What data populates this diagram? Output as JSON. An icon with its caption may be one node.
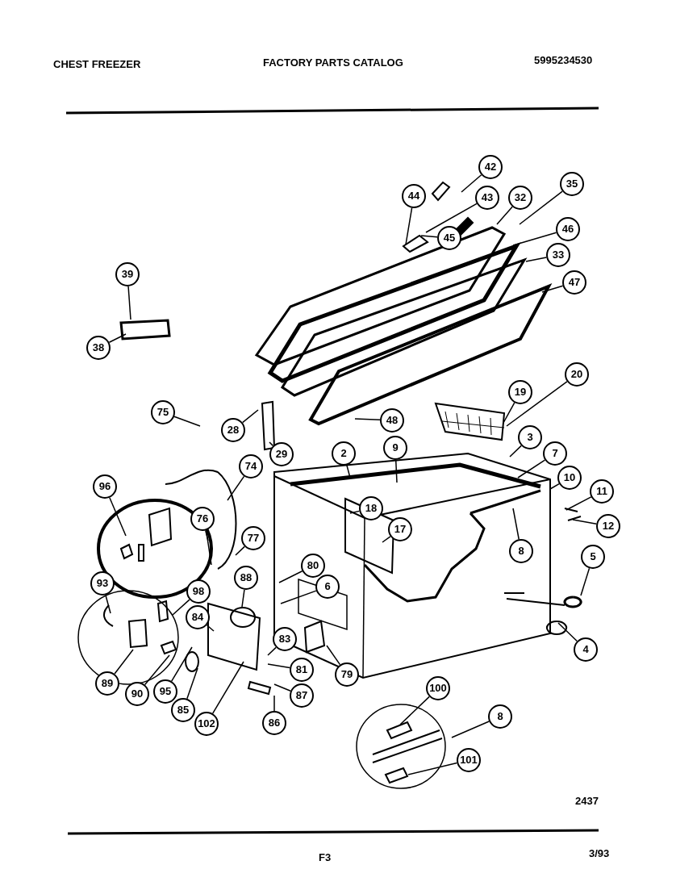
{
  "diagram": {
    "nodes": [
      {
        "text": [
          "42"
        ]
      },
      {
        "text": [
          "44"
        ]
      },
      {
        "text": [
          "43"
        ]
      },
      {
        "text": [
          "32"
        ]
      },
      {
        "text": [
          "35"
        ]
      },
      {
        "text": [
          "45"
        ]
      },
      {
        "text": [
          "46"
        ]
      },
      {
        "text": [
          "33"
        ]
      },
      {
        "text": [
          "47"
        ]
      },
      {
        "text": [
          "39"
        ]
      },
      {
        "text": [
          "38"
        ]
      },
      {
        "text": [
          "75"
        ]
      },
      {
        "text": [
          "28"
        ]
      },
      {
        "text": [
          "29"
        ]
      },
      {
        "text": [
          "48"
        ]
      },
      {
        "text": [
          "19"
        ]
      },
      {
        "text": [
          "20"
        ]
      },
      {
        "text": [
          "3"
        ]
      },
      {
        "text": [
          "7"
        ]
      },
      {
        "text": [
          "2"
        ]
      },
      {
        "text": [
          "9"
        ]
      },
      {
        "text": [
          "10"
        ]
      },
      {
        "text": [
          "11"
        ]
      },
      {
        "text": [
          "12"
        ]
      },
      {
        "text": [
          "18"
        ]
      },
      {
        "text": [
          "17"
        ]
      },
      {
        "text": [
          "8"
        ]
      },
      {
        "text": [
          "96"
        ]
      },
      {
        "text": [
          "74"
        ]
      },
      {
        "text": [
          "76"
        ]
      },
      {
        "text": [
          "77"
        ]
      },
      {
        "text": [
          "80"
        ]
      },
      {
        "text": [
          "6"
        ]
      },
      {
        "text": [
          "88"
        ]
      },
      {
        "text": [
          "5"
        ]
      },
      {
        "text": [
          "4"
        ]
      },
      {
        "text": [
          "93"
        ]
      },
      {
        "text": [
          "98"
        ]
      },
      {
        "text": [
          "84"
        ]
      },
      {
        "text": [
          "83"
        ]
      },
      {
        "text": [
          "81"
        ]
      },
      {
        "text": [
          "79"
        ]
      },
      {
        "text": [
          "87"
        ]
      },
      {
        "text": [
          "89"
        ]
      },
      {
        "text": [
          "90"
        ]
      },
      {
        "text": [
          "95"
        ]
      },
      {
        "text": [
          "85"
        ]
      },
      {
        "text": [
          "102"
        ]
      },
      {
        "text": [
          "86"
        ]
      },
      {
        "text": [
          "100"
        ]
      },
      {
        "text": [
          "8"
        ]
      },
      {
        "text": [
          "101"
        ]
      }
    ],
    "edges": [
      {
        "from": 0,
        "to": null,
        "arrow": "none"
      },
      {
        "from": 1,
        "to": null,
        "arrow": "none"
      },
      {
        "from": 2,
        "to": null,
        "arrow": "none"
      },
      {
        "from": 3,
        "to": null,
        "arrow": "none"
      },
      {
        "from": 4,
        "to": null,
        "arrow": "none"
      },
      {
        "from": 5,
        "to": null,
        "arrow": "none"
      },
      {
        "from": 6,
        "to": null,
        "arrow": "none"
      },
      {
        "from": 7,
        "to": null,
        "arrow": "none"
      },
      {
        "from": 8,
        "to": null,
        "arrow": "none"
      },
      {
        "from": 9,
        "to": null,
        "arrow": "none"
      },
      {
        "from": 10,
        "to": null,
        "arrow": "none"
      },
      {
        "from": 11,
        "to": null,
        "arrow": "none"
      },
      {
        "from": 12,
        "to": null,
        "arrow": "none"
      },
      {
        "from": 13,
        "to": null,
        "arrow": "none"
      },
      {
        "from": 14,
        "to": null,
        "arrow": "none"
      },
      {
        "from": 15,
        "to": null,
        "arrow": "none"
      },
      {
        "from": 16,
        "to": null,
        "arrow": "none"
      },
      {
        "from": 17,
        "to": null,
        "arrow": "none"
      },
      {
        "from": 18,
        "to": null,
        "arrow": "none"
      },
      {
        "from": 19,
        "to": null,
        "arrow": "none"
      },
      {
        "from": 20,
        "to": null,
        "arrow": "none"
      },
      {
        "from": 21,
        "to": null,
        "arrow": "none"
      },
      {
        "from": 22,
        "to": null,
        "arrow": "none"
      },
      {
        "from": 23,
        "to": null,
        "arrow": "none"
      },
      {
        "from": 24,
        "to": null,
        "arrow": "none"
      },
      {
        "from": 25,
        "to": null,
        "arrow": "none"
      },
      {
        "from": 26,
        "to": null,
        "arrow": "none"
      },
      {
        "from": 27,
        "to": null,
        "arrow": "none"
      },
      {
        "from": 28,
        "to": null,
        "arrow": "none"
      },
      {
        "from": 29,
        "to": null,
        "arrow": "none"
      },
      {
        "from": 30,
        "to": null,
        "arrow": "none"
      },
      {
        "from": 31,
        "to": null,
        "arrow": "none"
      },
      {
        "from": 32,
        "to": null,
        "arrow": "none"
      },
      {
        "from": 33,
        "to": null,
        "arrow": "none"
      },
      {
        "from": 34,
        "to": null,
        "arrow": "none"
      },
      {
        "from": 35,
        "to": null,
        "arrow": "none"
      },
      {
        "from": 36,
        "to": null,
        "arrow": "none"
      },
      {
        "from": 37,
        "to": null,
        "arrow": "none"
      },
      {
        "from": 38,
        "to": null,
        "arrow": "none"
      },
      {
        "from": 39,
        "to": null,
        "arrow": "none"
      },
      {
        "from": 40,
        "to": null,
        "arrow": "none"
      },
      {
        "from": 41,
        "to": null,
        "arrow": "none"
      },
      {
        "from": 42,
        "to": null,
        "arrow": "none"
      },
      {
        "from": 43,
        "to": null,
        "arrow": "none"
      },
      {
        "from": 44,
        "to": null,
        "arrow": "none"
      },
      {
        "from": 45,
        "to": null,
        "arrow": "none"
      },
      {
        "from": 46,
        "to": null,
        "arrow": "none"
      },
      {
        "from": 47,
        "to": null,
        "arrow": "none"
      },
      {
        "from": 48,
        "to": null,
        "arrow": "none"
      },
      {
        "from": 49,
        "to": null,
        "arrow": "none"
      },
      {
        "from": 50,
        "to": null,
        "arrow": "none"
      },
      {
        "from": 51,
        "to": null,
        "arrow": "none"
      }
    ],
    "labels": [
      "CHEST FREEZER",
      "FACTORY PARTS CATALOG",
      "5995234530",
      "2437",
      "3/93",
      "F3"
    ]
  }
}
